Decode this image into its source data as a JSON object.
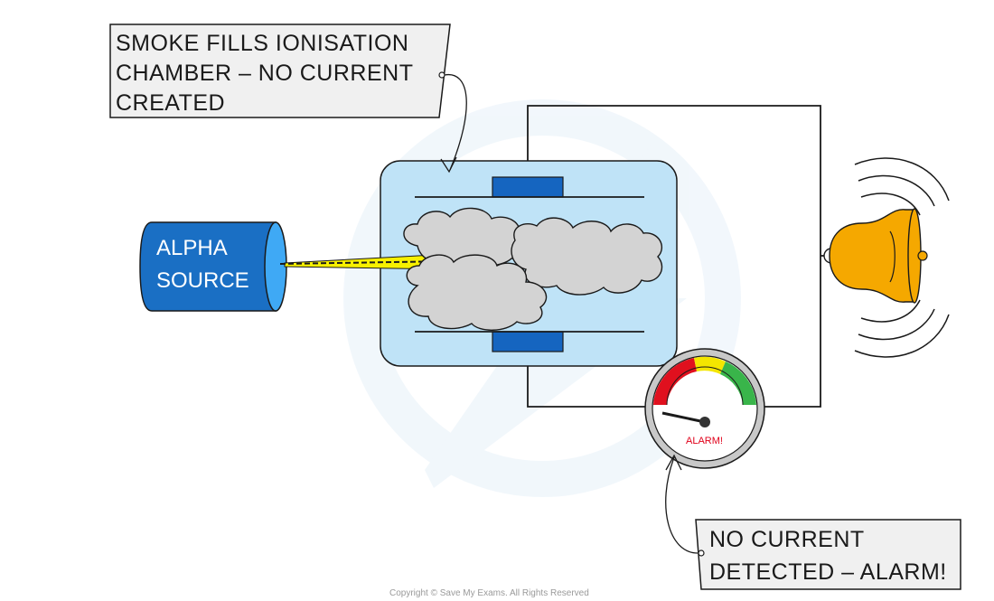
{
  "callout_top": {
    "lines": [
      "SMOKE  FILLS  IONISATION",
      "CHAMBER – NO  CURRENT",
      "CREATED"
    ]
  },
  "alpha_source": {
    "lines": [
      "ALPHA",
      "SOURCE"
    ]
  },
  "gauge": {
    "label": "ALARM!"
  },
  "callout_bottom": {
    "lines": [
      "NO  CURRENT",
      "DETECTED – ALARM!"
    ]
  },
  "copyright": "Copyright © Save My Exams. All Rights Reserved",
  "colors": {
    "chamber_fill": "#bfe3f7",
    "plate_blue": "#1565c0",
    "source_blue": "#1a6fc4",
    "source_face": "#3fa9f5",
    "bell_orange": "#f5a800",
    "gauge_red": "#e0101e",
    "gauge_yellow": "#f4e600",
    "gauge_green": "#39b54a",
    "cloud_grey": "#d3d3d3",
    "callout_grey": "#f0f0f0",
    "beam_yellow": "#f7f000"
  }
}
